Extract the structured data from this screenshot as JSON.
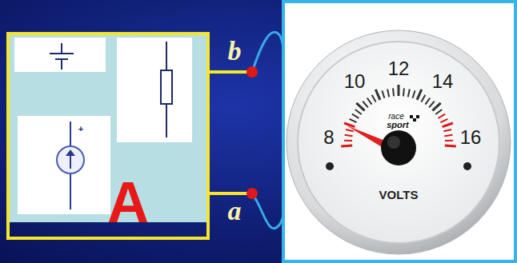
{
  "diagram": {
    "nodes": [
      {
        "text": [
          "A"
        ]
      }
    ],
    "labels": [
      "+",
      "b",
      "a",
      "8",
      "10",
      "12",
      "14",
      "16",
      "race",
      "sport",
      "VOLTS"
    ]
  }
}
